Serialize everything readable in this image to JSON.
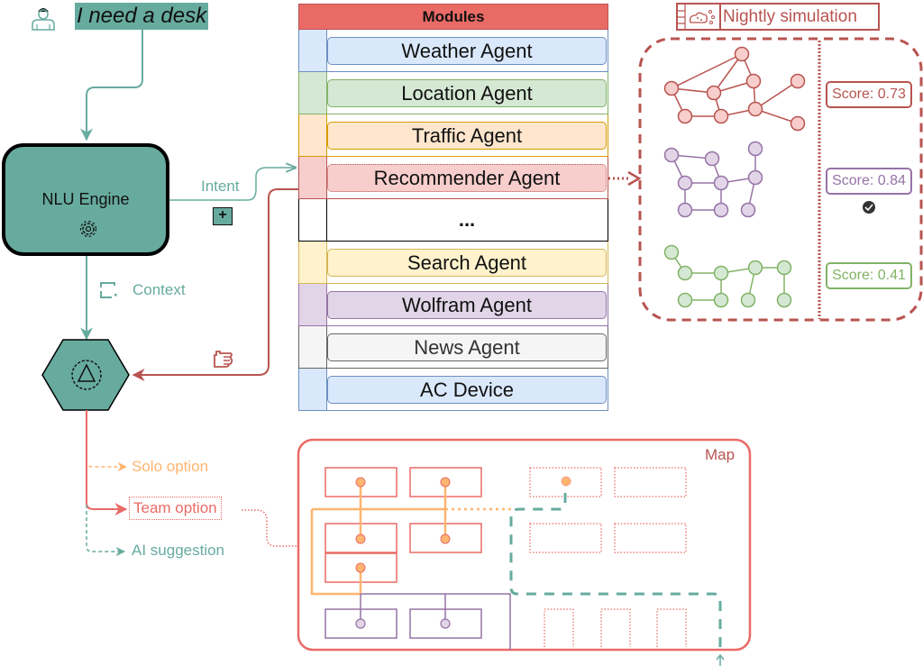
{
  "user": {
    "icon": "user-icon",
    "utterance": "I need a desk"
  },
  "nlu": {
    "label": "NLU Engine",
    "icon": "gear-icon"
  },
  "edges": {
    "intent_label": "Intent",
    "intent_badge": "+",
    "context_label": "Context",
    "context_icon": "frame-icon",
    "feedback_icon": "hand-pointer-icon"
  },
  "hub": {
    "icon": "triangle-in-dashed-circle-icon"
  },
  "modules": {
    "title": "Modules",
    "items": [
      {
        "label": "Weather Agent",
        "fill": "#DAE8FC",
        "stroke": "#6C8EBF",
        "style": "solid"
      },
      {
        "label": "Location Agent",
        "fill": "#D5E8D4",
        "stroke": "#82B366",
        "style": "solid"
      },
      {
        "label": "Traffic Agent",
        "fill": "#FFE6CC",
        "stroke": "#D79B00",
        "style": "solid"
      },
      {
        "label": "Recommender Agent",
        "fill": "#F8CECC",
        "stroke": "#B85450",
        "style": "dotted"
      },
      {
        "label": "...",
        "fill": "#FFFFFF",
        "stroke": "#000000",
        "style": "solid"
      },
      {
        "label": "Search Agent",
        "fill": "#FFF2CC",
        "stroke": "#D6B656",
        "style": "solid"
      },
      {
        "label": "Wolfram Agent",
        "fill": "#E1D5E7",
        "stroke": "#9673A6",
        "style": "solid"
      },
      {
        "label": "News Agent",
        "fill": "#F5F5F5",
        "stroke": "#666666",
        "style": "solid"
      },
      {
        "label": "AC Device",
        "fill": "#DAE8FC",
        "stroke": "#6C8EBF",
        "style": "solid"
      }
    ]
  },
  "simulation": {
    "title": "Nightly simulation",
    "icon": "simulation-window-icon",
    "scores": [
      {
        "label": "Score: 0.73",
        "color": "#B85450"
      },
      {
        "label": "Score: 0.84",
        "color": "#9673A6",
        "selected": true
      },
      {
        "label": "Score: 0.41",
        "color": "#82B366"
      }
    ],
    "selected_icon": "check-circle-icon"
  },
  "options": [
    {
      "label": "Solo option",
      "color": "#FFB570"
    },
    {
      "label": "Team option",
      "color": "#EA6B66"
    },
    {
      "label": "AI suggestion",
      "color": "#67AB9F"
    }
  ],
  "map": {
    "label": "Map"
  },
  "colors": {
    "teal": "#67AB9F",
    "red": "#EA6B66",
    "darkred": "#B85450",
    "orange": "#FFB570",
    "purple": "#9673A6",
    "green": "#82B366"
  }
}
